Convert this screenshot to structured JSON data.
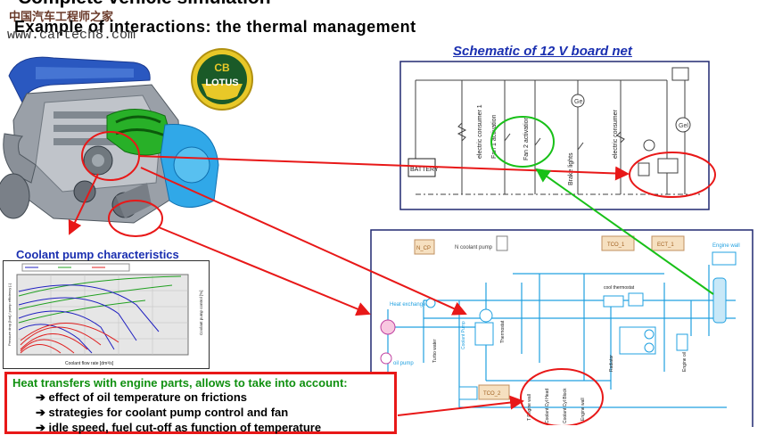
{
  "header": {
    "title": "Complete vehicle simulation",
    "subtitle": "Example of interactions: the thermal management",
    "watermark_cn": "中国汽车工程师之家",
    "watermark_url": "www.cartech8.com"
  },
  "logo": {
    "brand": "LOTUS"
  },
  "schematic": {
    "title": "Schematic of 12 V board net",
    "labels": {
      "battery": "BATTERY",
      "consumer1": "electric consumer 1",
      "fan1": "Fan 1 activation",
      "fan2": "Fan 2 activation",
      "brake": "Brake lights",
      "consumer_n": "electric consumer"
    }
  },
  "pump_chart": {
    "title": "Coolant pump characteristics",
    "xlabel": "Coolant flow rate [dm³/s]",
    "ylabel": "Pressure drop [bar] / pump efficiency [-]",
    "y2label": "Coolant pump control [%]"
  },
  "thermal_circuit": {
    "labels": {
      "n_coolant_pump": "N coolant pump",
      "heat_exchanger": "Heat exchanger",
      "oil_pump": "oil pump",
      "turbo_water": "Turbo water",
      "coolant_pump": "Coolant Pump",
      "thermostat": "Thermostat",
      "cool_thermostat": "cool thermostat",
      "radiator": "Radiator",
      "engine_oil": "Engine oil",
      "tco_1": "TCO_1",
      "tco_2": "TCO_2",
      "ect_1": "ECT_1",
      "n_cp": "N_CP",
      "engine_wall": "Engine wall",
      "coolant_cyl_head": "Coolant Cyl Head",
      "coolant_cyl_block": "Coolant Cyl Block",
      "t_engine_wall": "T Engine wall"
    }
  },
  "heat_transfer": {
    "title": "Heat transfers with engine parts, allows to take into account:",
    "items": [
      "effect of oil temperature on frictions",
      "strategies for coolant pump control and fan",
      "idle speed, fuel cut-off as function of temperature"
    ]
  },
  "colors": {
    "annotation_red": "#e81818",
    "annotation_green": "#18c018",
    "title_blue": "#1a2fb0",
    "circuit_cyan": "#20a0e0"
  }
}
